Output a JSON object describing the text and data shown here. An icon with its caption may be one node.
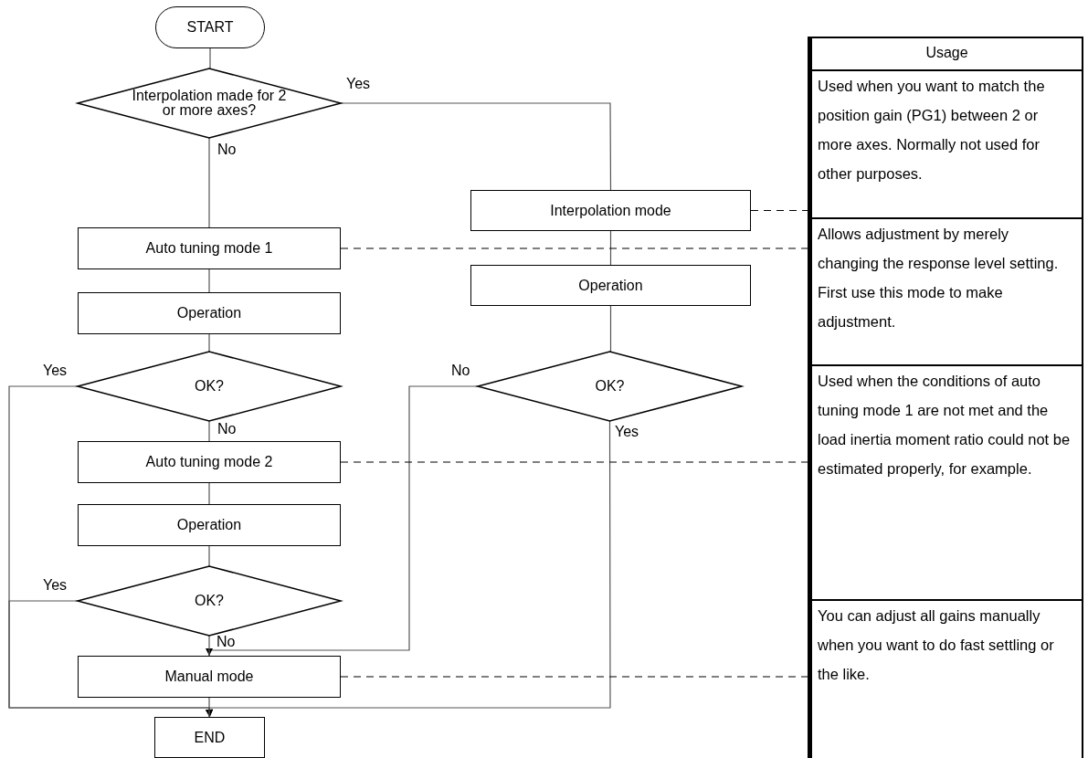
{
  "diagram": {
    "nodes": [
      {
        "text": [
          "START"
        ]
      },
      {
        "text": [
          "Interpolation made for 2 or more axes?"
        ]
      },
      {
        "text": [
          "Interpolation mode"
        ]
      },
      {
        "text": [
          "Operation"
        ]
      },
      {
        "text": [
          "Auto tuning mode 1"
        ]
      },
      {
        "text": [
          "Operation"
        ]
      },
      {
        "text": [
          "OK?"
        ]
      },
      {
        "text": [
          "OK?"
        ]
      },
      {
        "text": [
          "Auto tuning mode 2"
        ]
      },
      {
        "text": [
          "Operation"
        ]
      },
      {
        "text": [
          "OK?"
        ]
      },
      {
        "text": [
          "Manual mode"
        ]
      },
      {
        "text": [
          "END"
        ]
      },
      {
        "text": [
          "Usage"
        ]
      },
      {
        "text": [
          "Used when you want to match the position gain (PG1) between 2 or more axes. Normally not used for other purposes."
        ],
        "in": 13
      },
      {
        "text": [
          "Allows adjustment by merely changing the response level setting.",
          "First use this mode to make adjustment."
        ],
        "in": 13
      },
      {
        "text": [
          "Used when the conditions of auto tuning mode 1 are not met and the load inertia moment ratio could not be estimated properly, for example."
        ],
        "in": 13
      },
      {
        "text": [
          "You can adjust all gains manually when you want to do fast settling or the like."
        ],
        "in": 13
      }
    ],
    "edges": [
      {
        "from": 0,
        "to": 1,
        "arrow": "none"
      },
      {
        "from": 1,
        "to": 2,
        "arrow": "none",
        "label": "Yes"
      },
      {
        "from": 1,
        "to": 4,
        "arrow": "none",
        "label": "No"
      },
      {
        "from": 2,
        "to": 3,
        "arrow": "none"
      },
      {
        "from": 3,
        "to": 7,
        "arrow": "none"
      },
      {
        "from": 4,
        "to": 5,
        "arrow": "none"
      },
      {
        "from": 5,
        "to": 6,
        "arrow": "none"
      },
      {
        "from": 6,
        "to": 8,
        "arrow": "none",
        "label": "No"
      },
      {
        "from": 6,
        "to": 12,
        "arrow": "to",
        "label": "Yes"
      },
      {
        "from": 7,
        "to": 11,
        "arrow": "to",
        "label": "No"
      },
      {
        "from": 7,
        "to": 12,
        "arrow": "to",
        "label": "Yes"
      },
      {
        "from": 8,
        "to": 9,
        "arrow": "none"
      },
      {
        "from": 9,
        "to": 10,
        "arrow": "none"
      },
      {
        "from": 10,
        "to": 11,
        "arrow": "none",
        "label": "No"
      },
      {
        "from": 10,
        "to": 12,
        "arrow": "to",
        "label": "Yes"
      },
      {
        "from": 11,
        "to": 12,
        "arrow": "none"
      },
      {
        "from": 2,
        "to": 14,
        "arrow": "none",
        "style": "dashed"
      },
      {
        "from": 4,
        "to": 15,
        "arrow": "none",
        "style": "dashed"
      },
      {
        "from": 8,
        "to": 16,
        "arrow": "none",
        "style": "dashed"
      },
      {
        "from": 11,
        "to": 17,
        "arrow": "none",
        "style": "dashed"
      }
    ]
  }
}
